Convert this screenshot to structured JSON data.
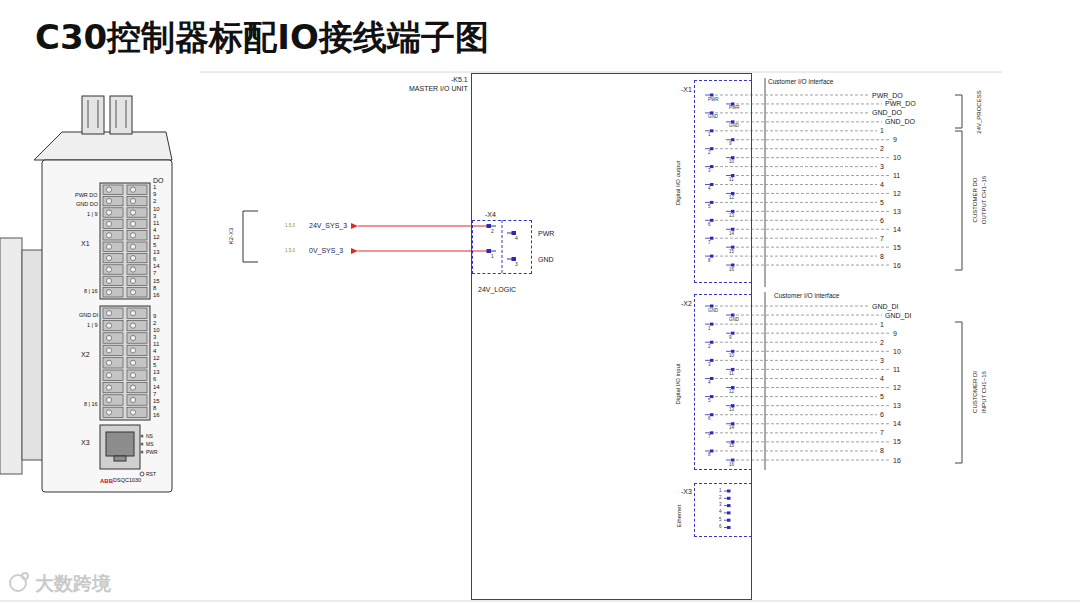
{
  "diagram": {
    "title": "C30控制器标配IO接线端子图",
    "nodes": [
      {
        "text": [
          "-K5.1",
          "MASTER I/O UNIT"
        ]
      },
      {
        "text": [
          "-X4"
        ],
        "in": 0
      },
      {
        "text": [
          "-X1",
          "Digital I/O output"
        ],
        "in": 0
      },
      {
        "text": [
          "-X2",
          "Digital I/O input"
        ],
        "in": 0
      },
      {
        "text": [
          "-X3",
          "Ethernet"
        ],
        "in": 0
      }
    ],
    "labels": [
      "DO",
      "1",
      "9",
      "2",
      "10",
      "3",
      "11",
      "4",
      "12",
      "5",
      "13",
      "6",
      "14",
      "7",
      "15",
      "8",
      "16",
      "PWR DO",
      "GND DO",
      "1 | 9",
      "X1",
      "8 | 16",
      "9",
      "2",
      "10",
      "3",
      "11",
      "4",
      "12",
      "5",
      "13",
      "6",
      "14",
      "7",
      "15",
      "8",
      "16",
      "GND DI",
      "1 | 9",
      "X2",
      "8 | 16",
      "X3",
      "NS",
      "MS",
      "PWR",
      "RST",
      "ABB",
      "DSQC1030",
      "K2-X3",
      "1.5.0",
      "24V_SYS_3",
      "1.5.0",
      "0V_SYS_3",
      "2",
      "1",
      "4",
      "3",
      "PWR",
      "GND",
      "24V_LOGIC",
      "Customer I/O interface",
      "PWR",
      "PWR",
      "GND",
      "GND",
      "1",
      "9",
      "2",
      "10",
      "3",
      "11",
      "4",
      "12",
      "5",
      "13",
      "6",
      "14",
      "7",
      "15",
      "8",
      "16",
      "PWR_DO",
      "PWR_DO",
      "GND_DO",
      "GND_DO",
      "1",
      "9",
      "2",
      "10",
      "3",
      "11",
      "4",
      "12",
      "5",
      "13",
      "6",
      "14",
      "7",
      "15",
      "8",
      "16",
      "24V_PROCESS",
      "CUSTOMER DO",
      "OUTPUT CH1~16",
      "Customer I/O interface",
      "GND",
      "GND",
      "1",
      "9",
      "2",
      "10",
      "3",
      "11",
      "4",
      "12",
      "5",
      "13",
      "6",
      "14",
      "7",
      "15",
      "8",
      "16",
      "GND_DI",
      "GND_DI",
      "1",
      "9",
      "2",
      "10",
      "3",
      "11",
      "4",
      "12",
      "5",
      "13",
      "6",
      "14",
      "7",
      "15",
      "8",
      "16",
      "CUSTOMER DI",
      "INPUT CH1~16",
      "1",
      "2",
      "3",
      "4",
      "5",
      "6",
      "大数跨境"
    ]
  }
}
